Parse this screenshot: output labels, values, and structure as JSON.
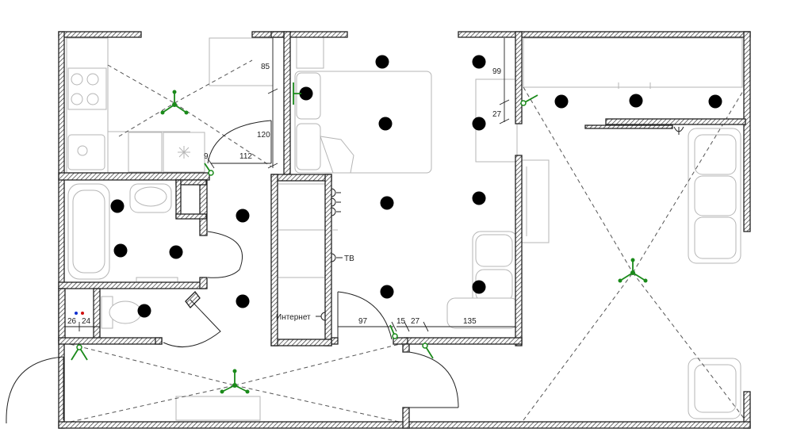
{
  "dimensions": {
    "d85": "85",
    "d99": "99",
    "d27a": "27",
    "d120": "120",
    "d112": "112",
    "d9": "9",
    "d26": "26",
    "d24": "24",
    "d97": "97",
    "d15": "15",
    "d27b": "27",
    "d135": "135"
  },
  "outlets": {
    "tv": "ТВ",
    "internet": "Интернет"
  },
  "icons": {
    "ceiling_light": "ceiling-light-icon",
    "chandelier": "chandelier-icon",
    "switch": "switch-icon",
    "socket": "socket-icon"
  },
  "colors": {
    "electrical": "#1a8a1a",
    "walls": "#222222",
    "furniture": "#b5b5b5",
    "hot_water": "#d01010",
    "cold_water": "#1030d0"
  }
}
